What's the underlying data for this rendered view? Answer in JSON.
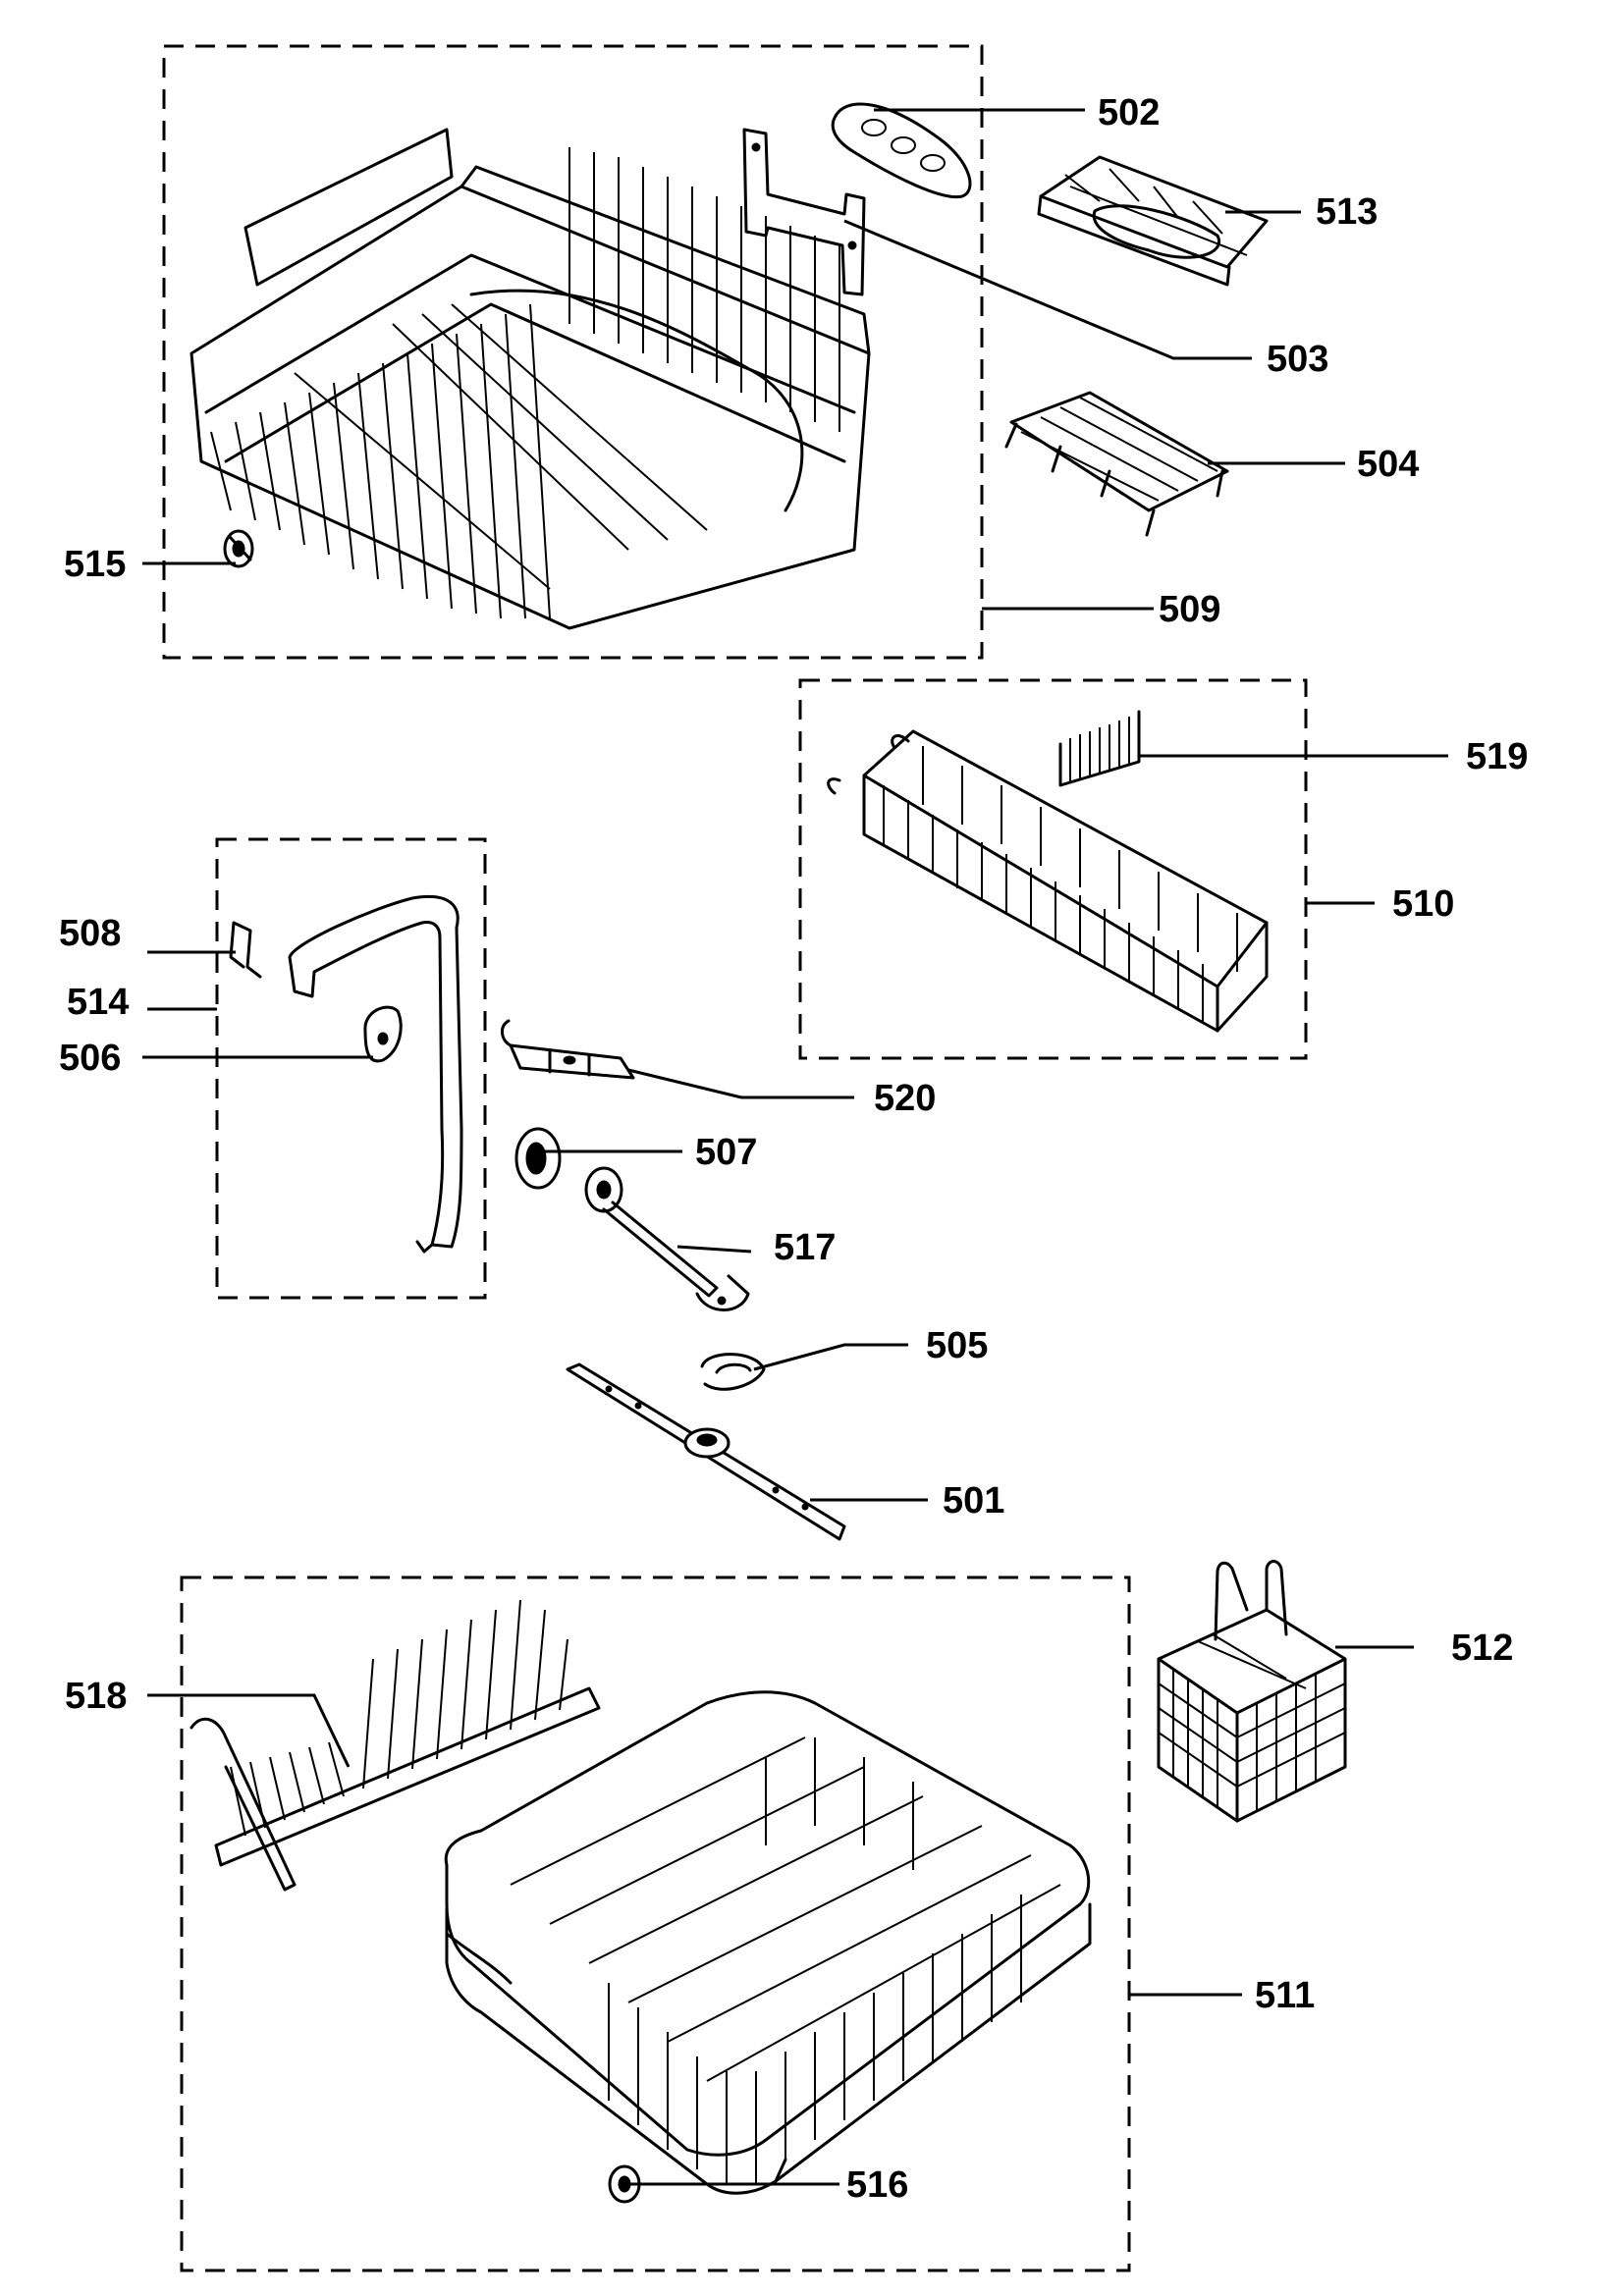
{
  "title": "",
  "parts": [
    {
      "id": "p501",
      "number": "501",
      "name": "lower-spray-arm"
    },
    {
      "id": "p502",
      "number": "502",
      "name": "rack-clip"
    },
    {
      "id": "p503",
      "number": "503",
      "name": "rack-bracket"
    },
    {
      "id": "p504",
      "number": "504",
      "name": "cup-rack-insert"
    },
    {
      "id": "p505",
      "number": "505",
      "name": "spray-arm-nut"
    },
    {
      "id": "p506",
      "number": "506",
      "name": "tube-seal"
    },
    {
      "id": "p507",
      "number": "507",
      "name": "spray-arm-hub"
    },
    {
      "id": "p508",
      "number": "508",
      "name": "tube-clip"
    },
    {
      "id": "p509",
      "number": "509",
      "name": "upper-rack-assembly"
    },
    {
      "id": "p510",
      "number": "510",
      "name": "cutlery-tray-assembly"
    },
    {
      "id": "p511",
      "number": "511",
      "name": "lower-rack-assembly"
    },
    {
      "id": "p512",
      "number": "512",
      "name": "cutlery-basket"
    },
    {
      "id": "p513",
      "number": "513",
      "name": "cup-shelf"
    },
    {
      "id": "p514",
      "number": "514",
      "name": "supply-tube-assembly"
    },
    {
      "id": "p515",
      "number": "515",
      "name": "upper-rack-wheel"
    },
    {
      "id": "p516",
      "number": "516",
      "name": "lower-rack-wheel"
    },
    {
      "id": "p517",
      "number": "517",
      "name": "upper-spray-arm"
    },
    {
      "id": "p518",
      "number": "518",
      "name": "folding-tine-row"
    },
    {
      "id": "p519",
      "number": "519",
      "name": "tray-divider"
    },
    {
      "id": "p520",
      "number": "520",
      "name": "spray-arm-bracket"
    }
  ],
  "labels": {
    "l501": "501",
    "l502": "502",
    "l503": "503",
    "l504": "504",
    "l505": "505",
    "l506": "506",
    "l507": "507",
    "l508": "508",
    "l509": "509",
    "l510": "510",
    "l511": "511",
    "l512": "512",
    "l513": "513",
    "l514": "514",
    "l515": "515",
    "l516": "516",
    "l517": "517",
    "l518": "518",
    "l519": "519",
    "l520": "520"
  }
}
